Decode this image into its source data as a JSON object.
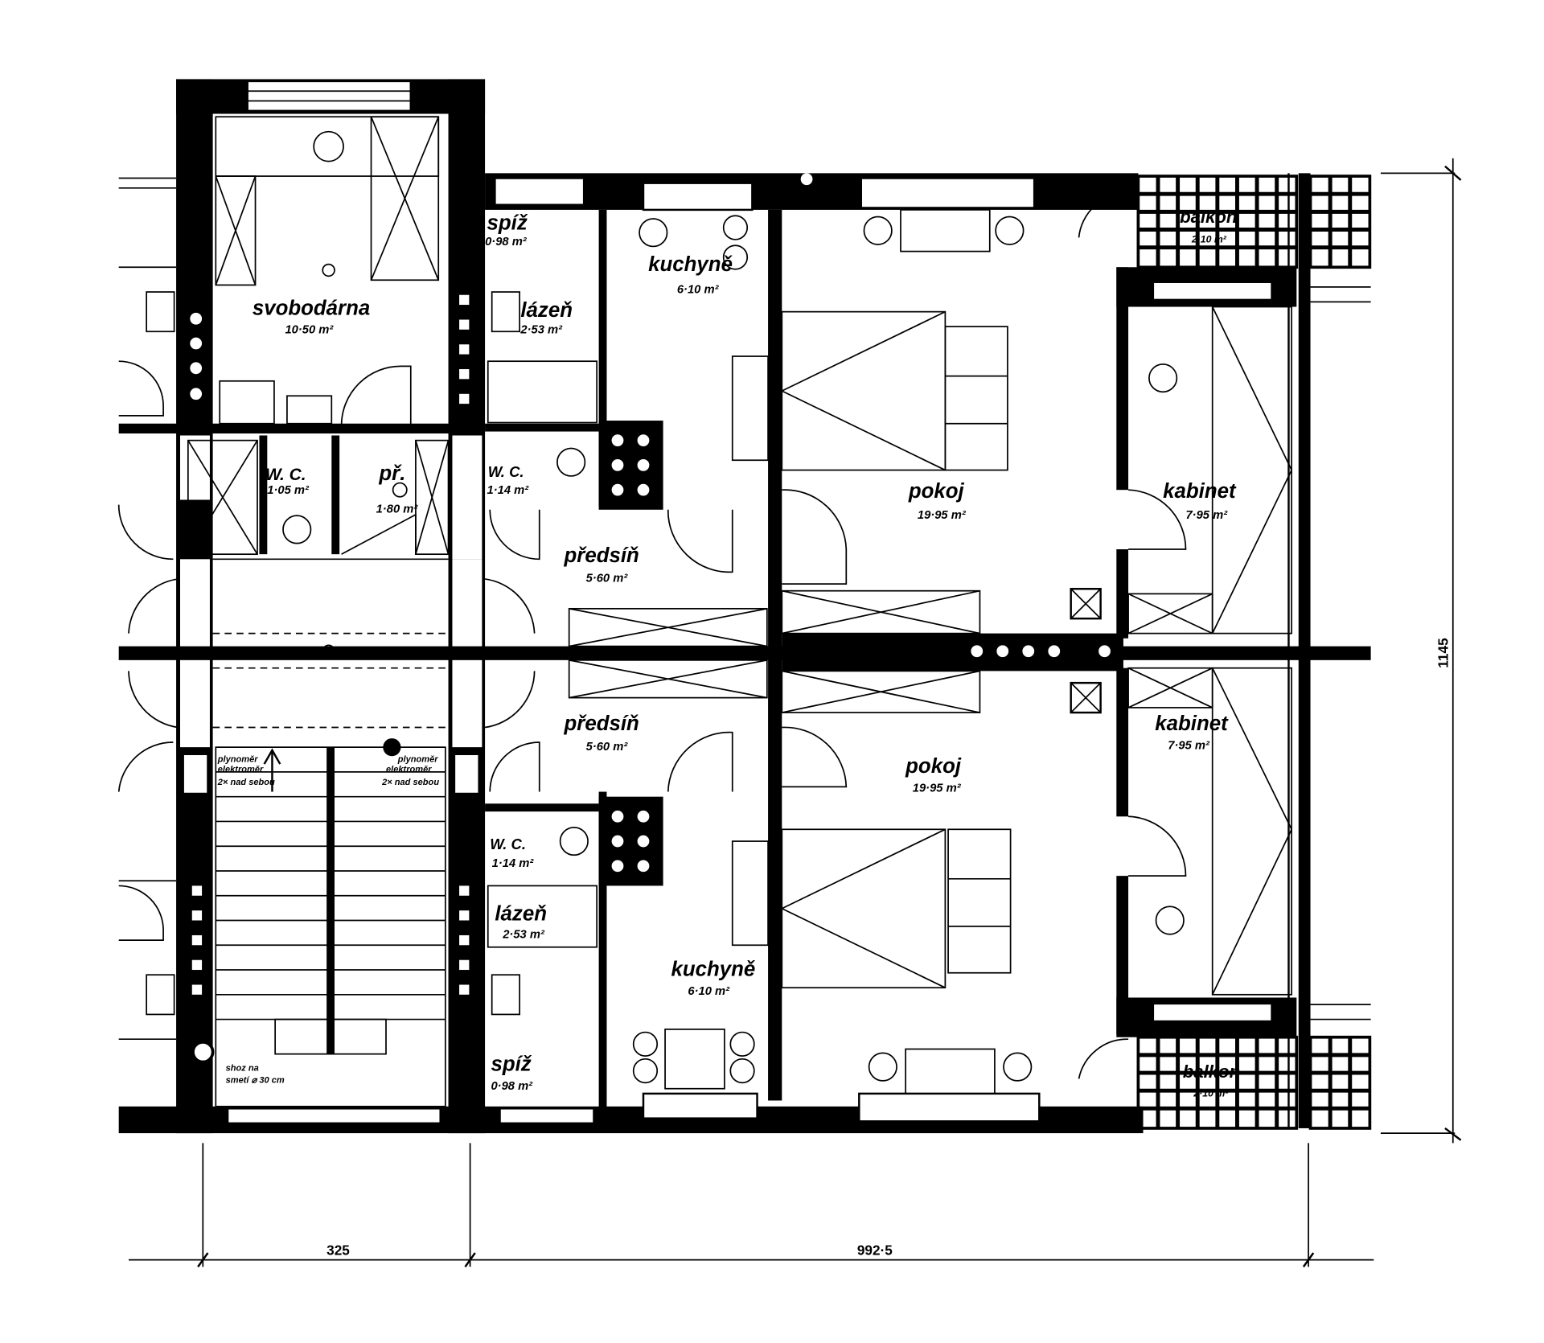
{
  "rooms": [
    {
      "name": "svobodárna",
      "area": "10·50 m²"
    },
    {
      "name": "spíž",
      "area": "0·98 m²"
    },
    {
      "name": "kuchyně",
      "area": "6·10 m²"
    },
    {
      "name": "lázeň",
      "area": "2·53 m²"
    },
    {
      "name": "W. C.",
      "area": "1·05 m²"
    },
    {
      "name": "př.",
      "area": "1·80 m²"
    },
    {
      "name": "W. C.",
      "area": "1·14 m²"
    },
    {
      "name": "předsíň",
      "area": "5·60 m²"
    },
    {
      "name": "pokoj",
      "area": "19·95 m²"
    },
    {
      "name": "kabinet",
      "area": "7·95 m²"
    },
    {
      "name": "balkon",
      "area": "2·10 m²"
    },
    {
      "name": "předsíň",
      "area": "5·60 m²"
    },
    {
      "name": "pokoj",
      "area": "19·95 m²"
    },
    {
      "name": "kabinet",
      "area": "7·95 m²"
    },
    {
      "name": "W. C.",
      "area": "1·14 m²"
    },
    {
      "name": "lázeň",
      "area": "2·53 m²"
    },
    {
      "name": "kuchyně",
      "area": "6·10 m²"
    },
    {
      "name": "spíž",
      "area": "0·98 m²"
    },
    {
      "name": "balkon",
      "area": "2·10 m²"
    }
  ],
  "notes": {
    "meter_left": [
      "plynoměr",
      "elektroměr",
      "2× nad sebou"
    ],
    "meter_right": [
      "plynoměr",
      "elektroměr",
      "2× nad sebou"
    ],
    "chute": [
      "shoz na",
      "smetí ⌀ 30 cm"
    ]
  },
  "dimensions": {
    "width_stair": "325",
    "width_flat": "992·5",
    "depth": "1145"
  }
}
